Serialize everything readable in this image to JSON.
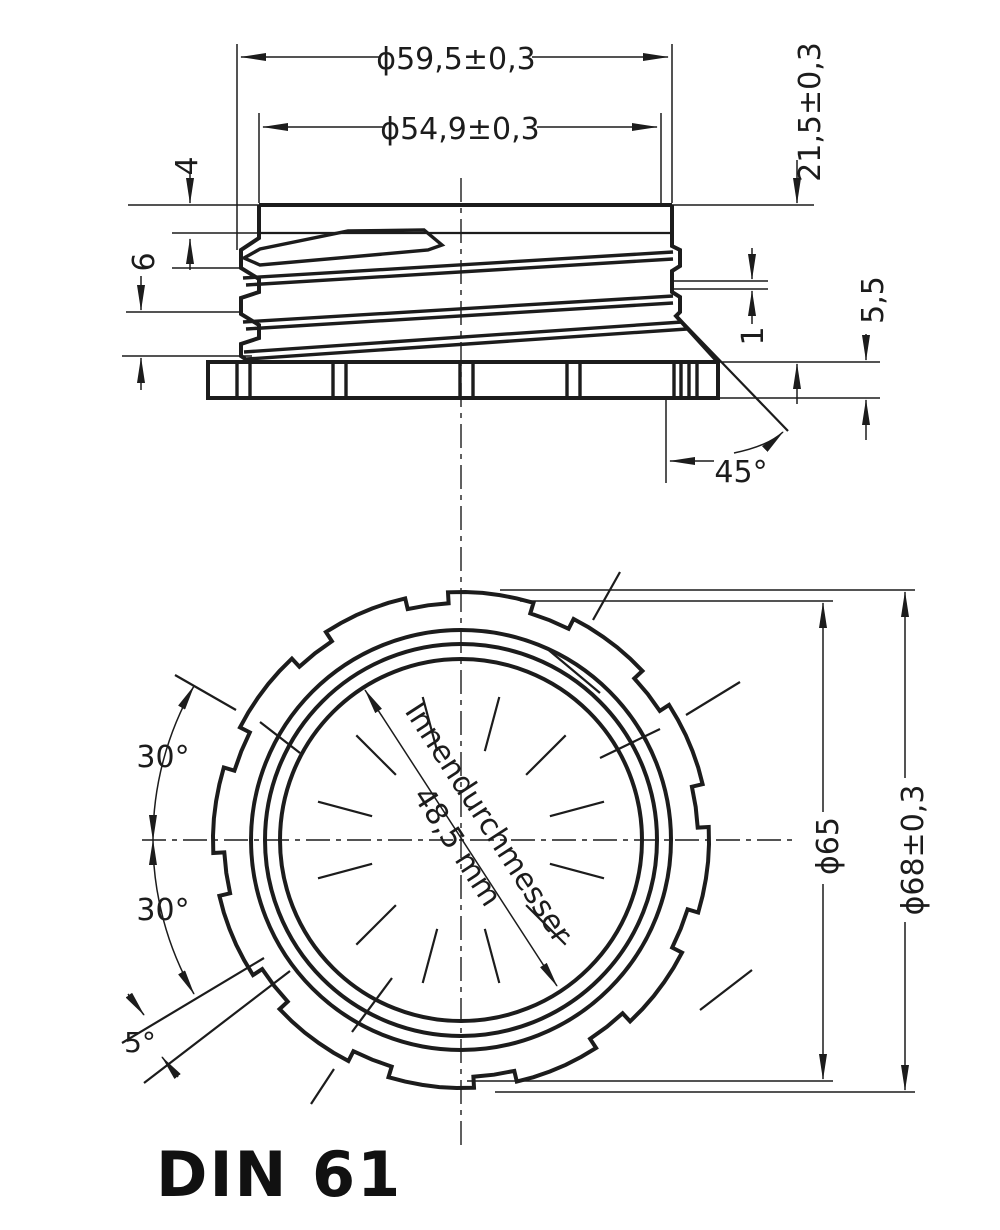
{
  "drawing": {
    "title": "DIN 61",
    "side_view": {
      "dim_thread_od": "ϕ59,5±0,3",
      "dim_body_od": "ϕ54,9±0,3",
      "dim_top_band_height": "4",
      "dim_thread_pitch": "6",
      "dim_total_height": "21,5±0,3",
      "dim_thread_depth": "1",
      "dim_bead_height": "5,5",
      "dim_chamfer_angle": "45°"
    },
    "bottom_view": {
      "dim_segment_angle_upper": "30°",
      "dim_segment_angle_lower": "30°",
      "dim_slot_angle": "5°",
      "inner_diameter_label": "Innendurchmesser",
      "inner_diameter_value": "48,5 mm",
      "dim_base_od": "ϕ65",
      "dim_lobe_od": "ϕ68±0,3"
    }
  }
}
